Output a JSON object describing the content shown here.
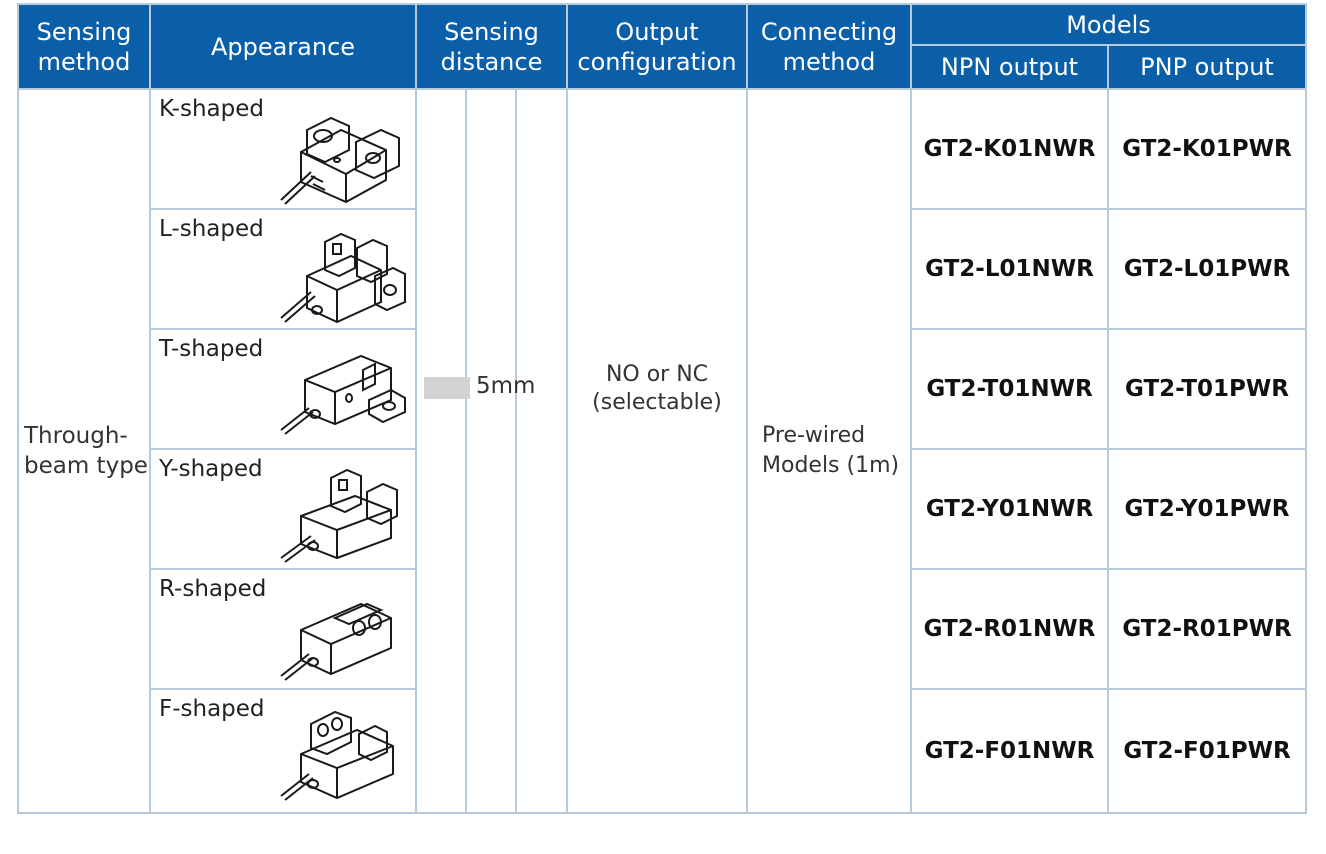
{
  "header": {
    "sensing_method": [
      "Sensing",
      "method"
    ],
    "appearance": "Appearance",
    "sensing_distance": [
      "Sensing",
      "distance"
    ],
    "output_configuration": [
      "Output",
      "configuration"
    ],
    "connecting_method": [
      "Connecting",
      "method"
    ],
    "models": "Models",
    "npn_output": "NPN output",
    "pnp_output": "PNP output"
  },
  "body": {
    "sensing_method": [
      "Through-",
      "beam type"
    ],
    "sensing_distance": "5mm",
    "output_configuration": [
      "NO or NC",
      "(selectable)"
    ],
    "connecting_method": [
      "Pre-wired",
      "Models (1m)"
    ]
  },
  "rows": [
    {
      "shape": "K-shaped",
      "npn": "GT2-K01NWR",
      "pnp": "GT2-K01PWR",
      "icon": "k-shaped-sensor-icon"
    },
    {
      "shape": "L-shaped",
      "npn": "GT2-L01NWR",
      "pnp": "GT2-L01PWR",
      "icon": "l-shaped-sensor-icon"
    },
    {
      "shape": "T-shaped",
      "npn": "GT2-T01NWR",
      "pnp": "GT2-T01PWR",
      "icon": "t-shaped-sensor-icon"
    },
    {
      "shape": "Y-shaped",
      "npn": "GT2-Y01NWR",
      "pnp": "GT2-Y01PWR",
      "icon": "y-shaped-sensor-icon"
    },
    {
      "shape": "R-shaped",
      "npn": "GT2-R01NWR",
      "pnp": "GT2-R01PWR",
      "icon": "r-shaped-sensor-icon"
    },
    {
      "shape": "F-shaped",
      "npn": "GT2-F01NWR",
      "pnp": "GT2-F01PWR",
      "icon": "f-shaped-sensor-icon"
    }
  ],
  "colors": {
    "header_bg": "#0a5fa8",
    "grid": "#b7c9dc"
  }
}
